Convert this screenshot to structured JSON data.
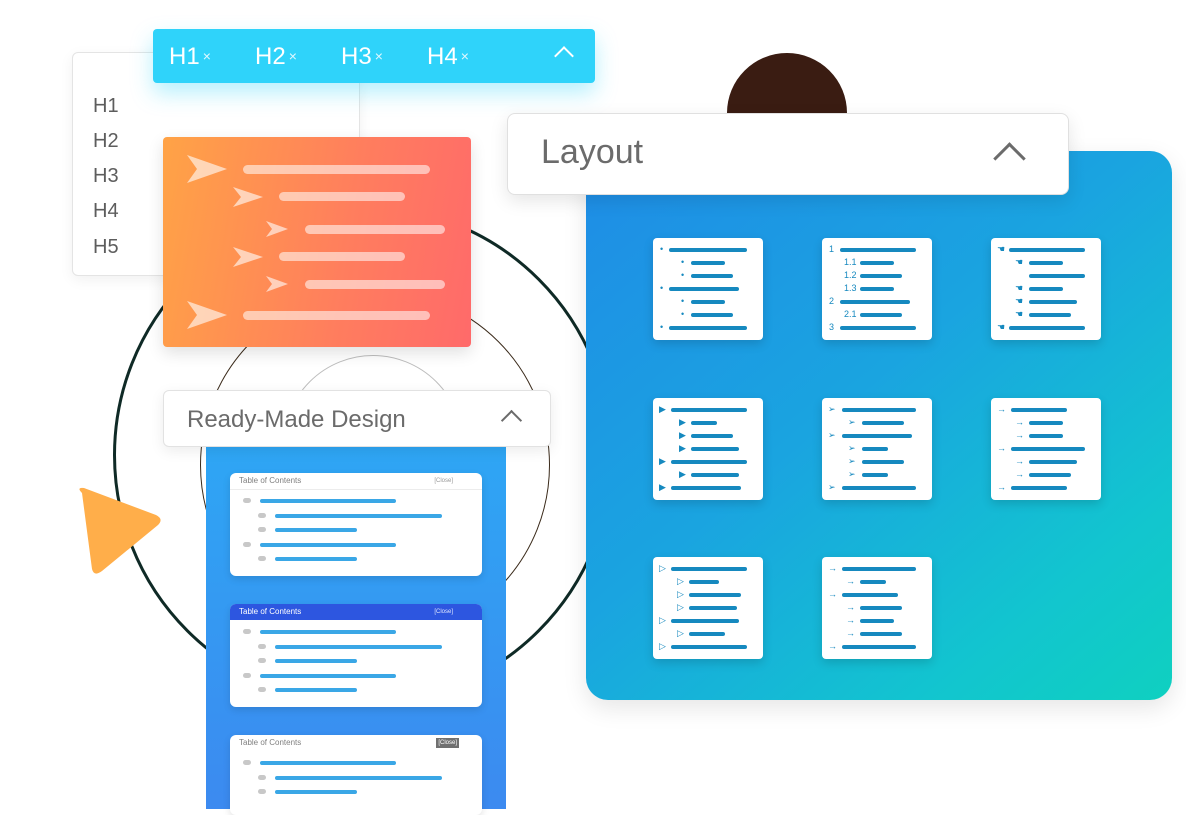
{
  "heading_dropdown": {
    "options": [
      "H1",
      "H2",
      "H3",
      "H4",
      "H5"
    ],
    "chips": [
      "H1",
      "H2",
      "H3",
      "H4"
    ],
    "chip_remove_icon": "×"
  },
  "ready_made": {
    "title": "Ready-Made Design",
    "toc_cards": [
      {
        "title": "Table of Contents",
        "close": "[Close]",
        "style": "plain"
      },
      {
        "title": "Table of Contents",
        "close": "[Close]",
        "style": "blue-header"
      },
      {
        "title": "Table of Contents",
        "close": "[Close]",
        "style": "boxed-close"
      }
    ]
  },
  "layout": {
    "title": "Layout",
    "tiles": [
      {
        "style": "bullet-dots"
      },
      {
        "style": "numbered",
        "numbers": [
          "1",
          "1.1",
          "1.2",
          "1.3",
          "2",
          "2.1",
          "3"
        ]
      },
      {
        "style": "hand-pointer"
      },
      {
        "style": "triangle-filled"
      },
      {
        "style": "chevron-arrow"
      },
      {
        "style": "arrow-right"
      },
      {
        "style": "triangle-outline"
      },
      {
        "style": "thin-arrow"
      }
    ]
  },
  "colors": {
    "chip_bar": "#2fd3fa",
    "orange_start": "#ffa346",
    "orange_end": "#ff6a6a",
    "layout_panel_start": "#1f8ce6",
    "layout_panel_end": "#0fd0c0",
    "ready_panel": "#2ea6f4",
    "accent_triangle": "#ffae4a"
  },
  "icons": [
    "chevron-up-icon",
    "close-x-icon",
    "paper-plane-icon",
    "play-triangle-icon"
  ]
}
